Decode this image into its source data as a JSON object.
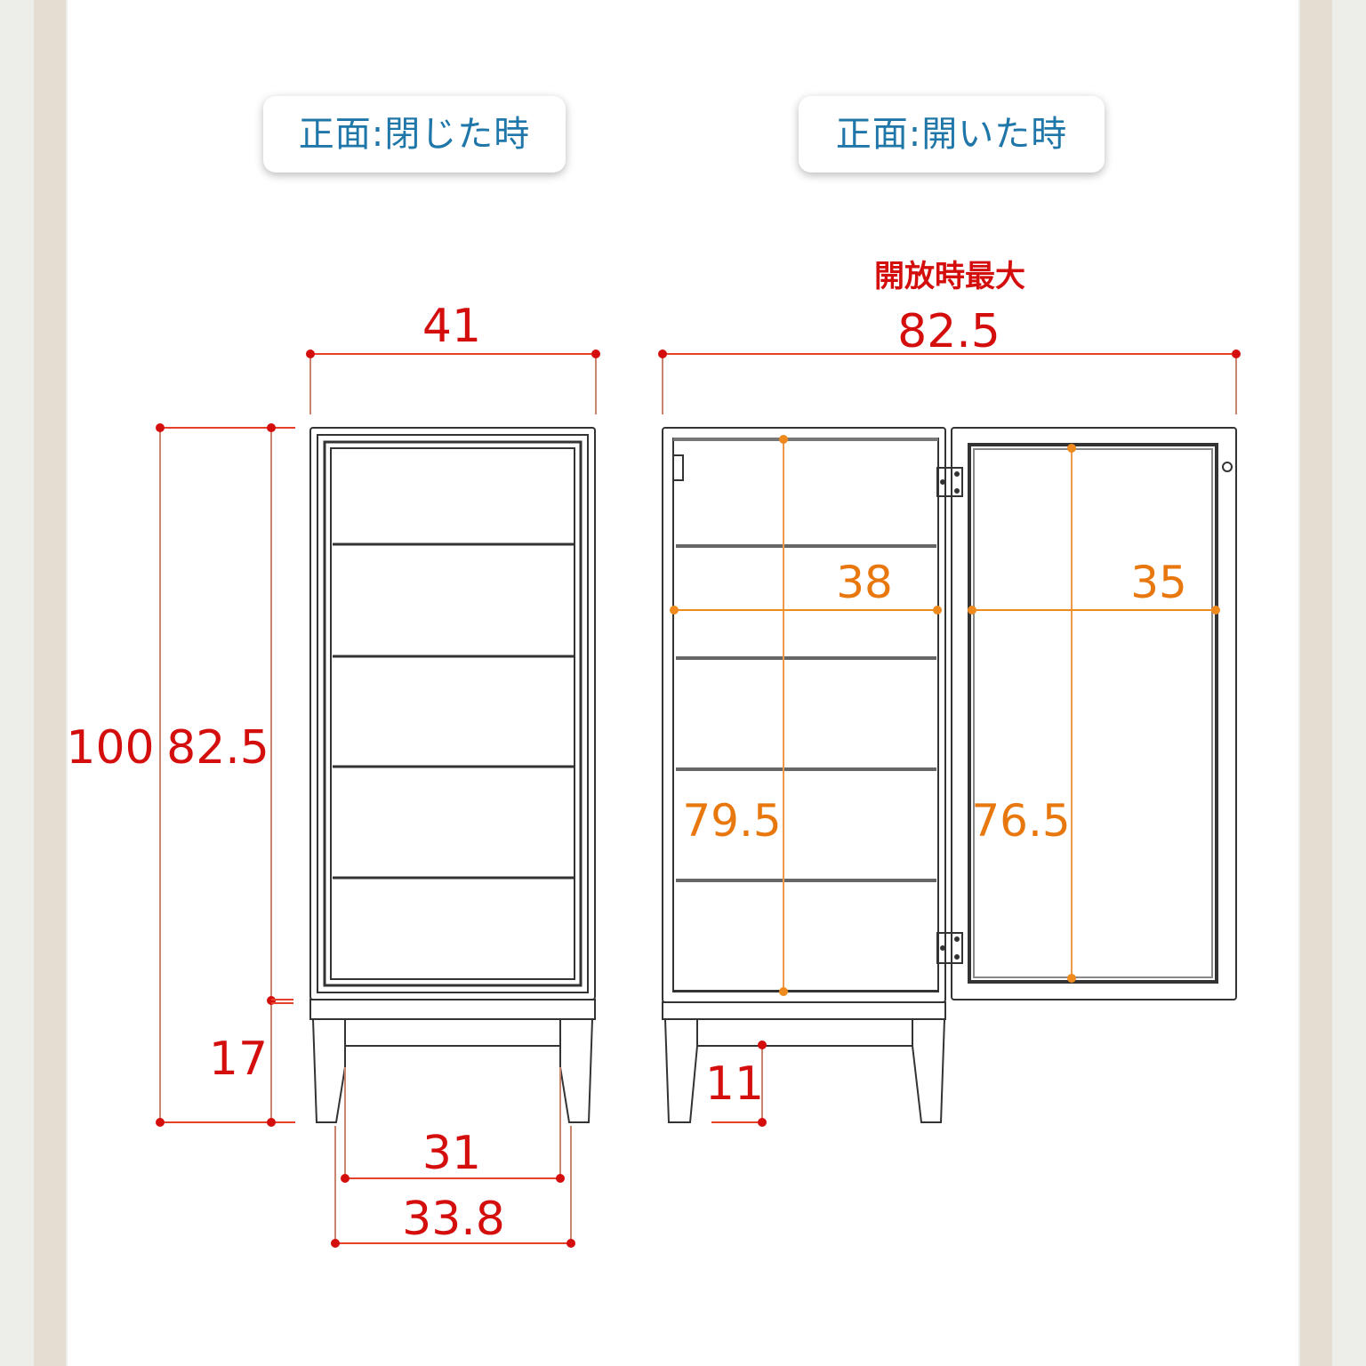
{
  "colors": {
    "background": "#edede9",
    "frame": "#e4ddd2",
    "panel": "#ffffff",
    "badge_text": "#1f76a8",
    "dimension_red": "#d40d0d",
    "dimension_orange": "#e8770e",
    "line_drawing": "#333333"
  },
  "titles": {
    "closed_front": "正面:閉じた時",
    "open_front": "正面:開いた時"
  },
  "closed_view": {
    "width": "41",
    "total_height": "100",
    "body_height": "82.5",
    "leg_height": "17",
    "leg_inner_span": "31",
    "leg_outer_span": "33.8"
  },
  "open_view": {
    "max_open_label": "開放時最大",
    "max_open_width": "82.5",
    "interior_width": "38",
    "interior_height": "79.5",
    "door_inner_width": "35",
    "door_inner_height": "76.5",
    "floor_clearance": "11"
  },
  "units_note": ""
}
